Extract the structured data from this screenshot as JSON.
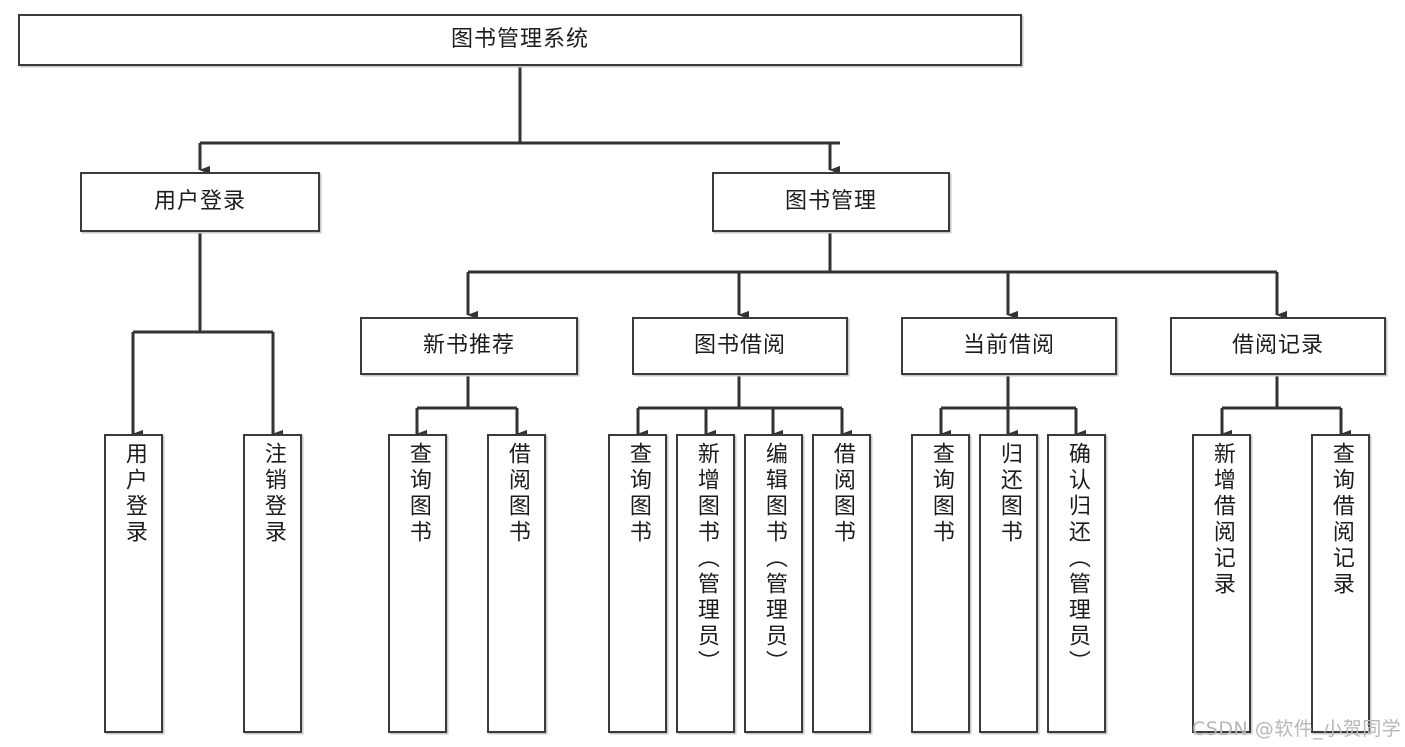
{
  "diagram": {
    "title": "图书管理系统",
    "type": "tree",
    "watermark": "CSDN @软件_小贺同学",
    "colors": {
      "border": "#3b3b3b",
      "background": "#ffffff",
      "text": "#1c1c1c",
      "connector": "#333333",
      "watermark": "#b7b7b7"
    },
    "root": {
      "label": "图书管理系统"
    },
    "level2": [
      {
        "label": "用户登录"
      },
      {
        "label": "图书管理"
      }
    ],
    "level3": [
      {
        "label": "新书推荐"
      },
      {
        "label": "图书借阅"
      },
      {
        "label": "当前借阅"
      },
      {
        "label": "借阅记录"
      }
    ],
    "leaves": {
      "user_login": [
        {
          "label": "用户登录"
        },
        {
          "label": "注销登录"
        }
      ],
      "new_book_recommend": [
        {
          "label": "查询图书"
        },
        {
          "label": "借阅图书"
        }
      ],
      "book_borrow": [
        {
          "label": "查询图书"
        },
        {
          "label": "新增图书（管理员）"
        },
        {
          "label": "编辑图书（管理员）"
        },
        {
          "label": "借阅图书"
        }
      ],
      "current_borrow": [
        {
          "label": "查询图书"
        },
        {
          "label": "归还图书"
        },
        {
          "label": "确认归还（管理员）"
        }
      ],
      "borrow_records": [
        {
          "label": "新增借阅记录"
        },
        {
          "label": "查询借阅记录"
        }
      ]
    }
  }
}
